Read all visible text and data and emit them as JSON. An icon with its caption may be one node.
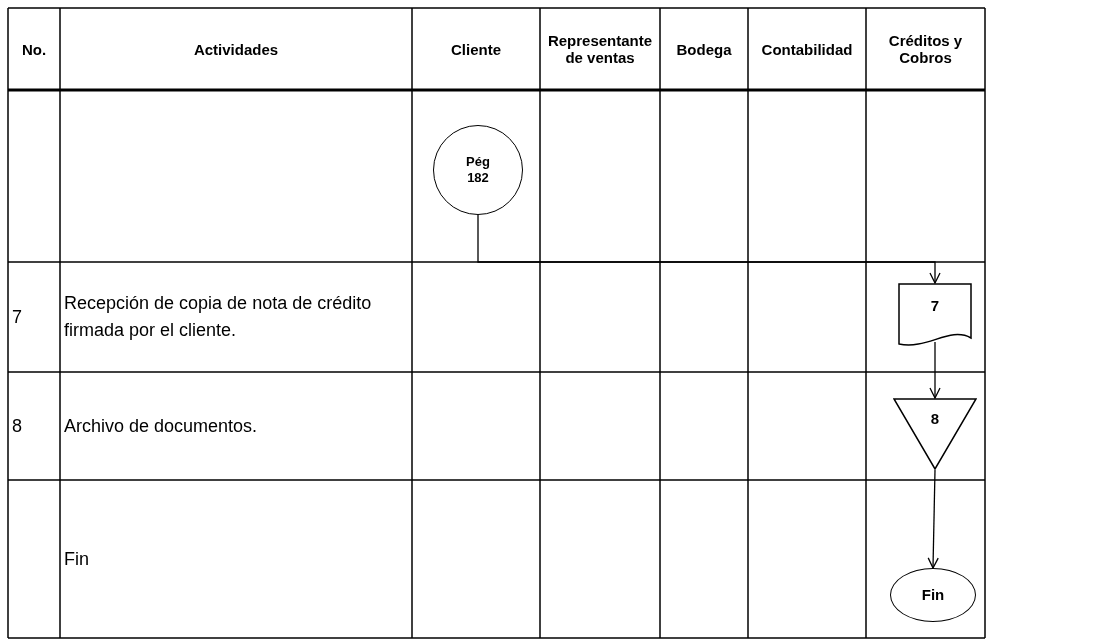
{
  "diagram": {
    "nodes": [
      {
        "text": [
          "Pég 182"
        ]
      },
      {
        "text": [
          "7"
        ]
      },
      {
        "text": [
          "8"
        ]
      },
      {
        "text": [
          "Fin"
        ]
      }
    ],
    "edges": [
      {
        "from": 0,
        "to": 1,
        "arrow": "to"
      },
      {
        "from": 1,
        "to": 2,
        "arrow": "to"
      },
      {
        "from": 2,
        "to": 3,
        "arrow": "to"
      }
    ],
    "labels": [
      "No.",
      "Actividades",
      "Cliente",
      "Representante de ventas",
      "Bodega",
      "Contabilidad",
      "Créditos y Cobros",
      "7",
      "Recepción de copia de nota de crédito firmada por el cliente.",
      "8",
      "Archivo de documentos.",
      "Fin"
    ]
  }
}
